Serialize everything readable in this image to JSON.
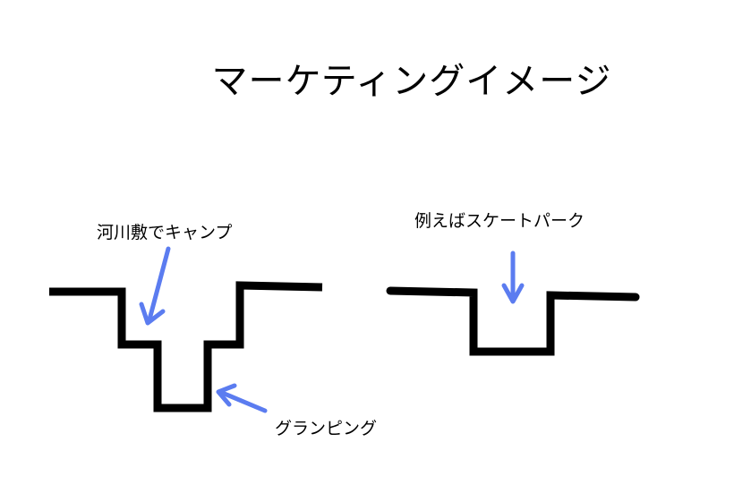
{
  "slide": {
    "title": "マーケティングイメージ",
    "labels": {
      "river_camp": "河川敷でキャンプ",
      "skate_park": "例えばスケートパーク",
      "glamping": "グランピング"
    }
  },
  "colors": {
    "outline": "#000000",
    "arrow": "#5b7cf0",
    "background": "#ffffff"
  }
}
